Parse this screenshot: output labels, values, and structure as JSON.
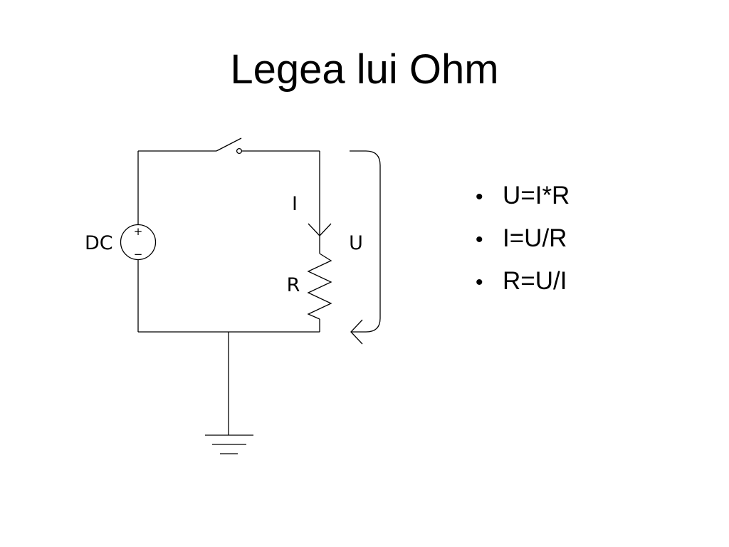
{
  "slide": {
    "title": "Legea lui Ohm"
  },
  "circuit": {
    "source_label": "DC",
    "source_plus": "+",
    "source_minus": "−",
    "current_label": "I",
    "resistor_label": "R",
    "voltage_label": "U",
    "components": [
      "dc-voltage-source",
      "switch",
      "resistor",
      "ground"
    ]
  },
  "formulas": {
    "bullet": "•",
    "items": [
      "U=I*R",
      "I=U/R",
      "R=U/I"
    ]
  }
}
